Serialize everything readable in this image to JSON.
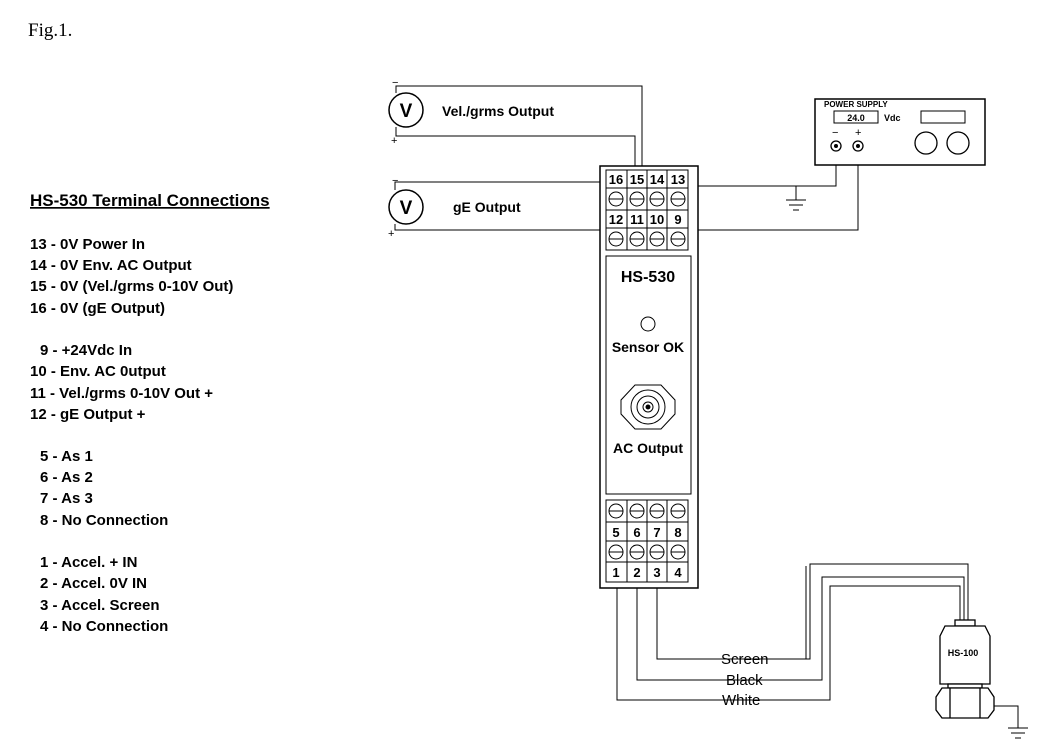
{
  "figure_label": "Fig.1.",
  "legend": {
    "title": "HS-530 Terminal Connections",
    "group1": [
      "13 - 0V Power In",
      "14 - 0V Env. AC Output",
      "15 - 0V (Vel./grms 0-10V Out)",
      "16 - 0V (gE Output)"
    ],
    "group2": [
      "9 - +24Vdc  In",
      "10 - Env. AC 0utput",
      "11 - Vel./grms 0-10V Out +",
      "12 - gE Output +"
    ],
    "group3": [
      "5 - As 1",
      "6 - As 2",
      "7 - As 3",
      "8 - No Connection"
    ],
    "group4": [
      "1 - Accel. + IN",
      "2 - Accel. 0V IN",
      "3 - Accel. Screen",
      "4 - No Connection"
    ]
  },
  "meters": {
    "symbol": "V",
    "vel_label": "Vel./grms Output",
    "ge_label": "gE Output",
    "minus": "−",
    "plus": "+"
  },
  "power_supply": {
    "title": "POWER SUPPLY",
    "value": "24.0",
    "unit": "Vdc",
    "minus": "−",
    "plus": "+"
  },
  "module": {
    "name": "HS-530",
    "sensor_label": "Sensor OK",
    "ac_label": "AC Output",
    "top_row1": [
      "16",
      "15",
      "14",
      "13"
    ],
    "top_row2": [
      "12",
      "11",
      "10",
      "9"
    ],
    "bot_row1": [
      "5",
      "6",
      "7",
      "8"
    ],
    "bot_row2": [
      "1",
      "2",
      "3",
      "4"
    ]
  },
  "cable": {
    "screen": "Screen",
    "black": "Black",
    "white": "White"
  },
  "sensor": {
    "name": "HS-100"
  }
}
